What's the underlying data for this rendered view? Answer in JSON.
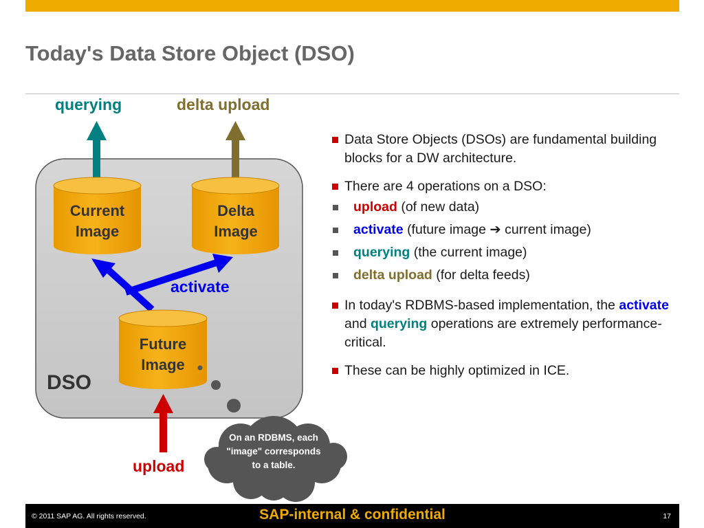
{
  "slide": {
    "title": "Today's Data Store Object (DSO)"
  },
  "diagram": {
    "querying_label": "querying",
    "delta_upload_label": "delta upload",
    "current_image": [
      "Current",
      "Image"
    ],
    "delta_image": [
      "Delta",
      "Image"
    ],
    "future_image": [
      "Future",
      "Image"
    ],
    "activate_label": "activate",
    "dso_label": "DSO",
    "upload_label": "upload",
    "cloud_note": "On an RDBMS, each \"image\" corresponds to a table."
  },
  "bullets": {
    "b1": "Data Store Objects (DSOs) are fundamental building blocks for a DW architecture.",
    "b2": "There are 4 operations on a DSO:",
    "ops": [
      {
        "keyword": "upload",
        "rest": "(of new data)"
      },
      {
        "keyword": "activate",
        "rest_before": "(future image",
        "arrow": "➔",
        "rest_after": "current image)"
      },
      {
        "keyword": "querying",
        "rest": "(the current image)"
      },
      {
        "keyword": "delta upload",
        "rest": "(for delta feeds)"
      }
    ],
    "b3": {
      "text1": "In today's RDBMS-based implementation, the",
      "kw1": "activate",
      "text2": "and",
      "kw2": "querying",
      "text3": "operations are extremely performance-critical."
    },
    "b4": "These can be highly optimized in ICE."
  },
  "footer": {
    "copyright": "©  2011 SAP AG. All rights reserved.",
    "confidential": "SAP-internal & confidential",
    "page_number": "17"
  },
  "colors": {
    "sap_gold": "#f0ab00",
    "teal": "#008080",
    "olive": "#7f6e2e",
    "blue": "#0000ee",
    "red": "#cc0000",
    "cylinder": "#f5a900",
    "dso_box": "#cccccc",
    "cloud": "#555555"
  }
}
